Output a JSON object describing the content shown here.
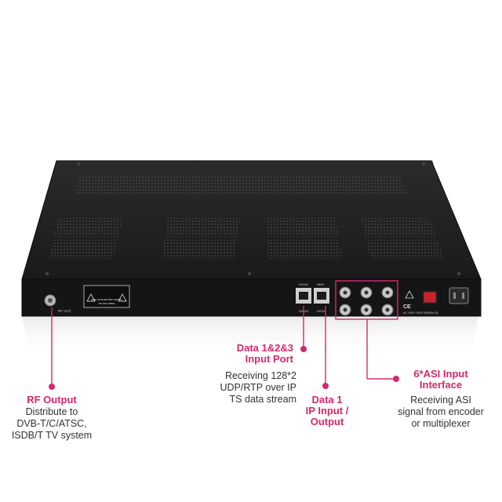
{
  "colors": {
    "accent": "#d6286e",
    "chassis": "#1d1d1f",
    "panel": "#161617"
  },
  "device": {
    "warning_label_lines": [
      "RISK OF ELECTRIC SHOCK",
      "DO NOT OPEN"
    ],
    "port_labels": {
      "data2": "DATA2",
      "nms": "NMS",
      "data3": "DATA3",
      "data1": "DATA1"
    },
    "power_label": "AC 100V~240V 50/60Hz 2A",
    "rf_label": "RF OUT",
    "ce_mark": "CE"
  },
  "callouts": {
    "rf": {
      "title": "RF Output",
      "desc": [
        "Distribute to",
        "DVB-T/C/ATSC,",
        "ISDB/T TV system"
      ]
    },
    "data123": {
      "title": [
        "Data 1&2&3",
        "Input Port"
      ],
      "desc": [
        "Receiving 128*2",
        "UDP/RTP over IP",
        "TS data stream"
      ]
    },
    "data1": {
      "title": [
        "Data 1",
        "IP Input /",
        "Output"
      ]
    },
    "asi": {
      "title": [
        "6*ASI Input",
        "Interface"
      ],
      "desc": [
        "Receiving ASI",
        "signal from encoder",
        "or multiplexer"
      ]
    }
  }
}
